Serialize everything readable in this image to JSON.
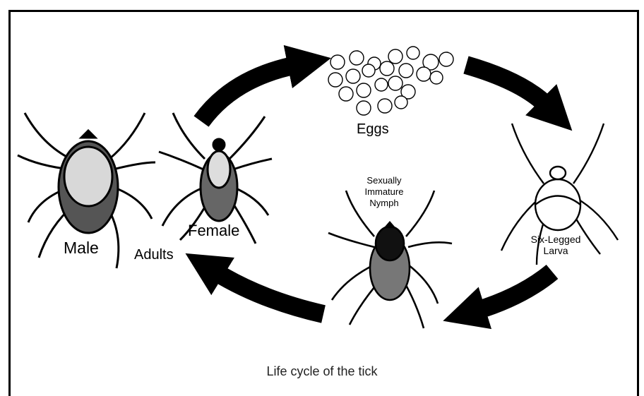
{
  "diagram": {
    "caption": "Life cycle of the tick",
    "stages": {
      "eggs": "Eggs",
      "larva": [
        "Six-Legged",
        "Larva"
      ],
      "nymph": [
        "Sexually",
        "Immature",
        "Nymph"
      ],
      "adults": "Adults",
      "male": "Male",
      "female": "Female"
    }
  }
}
